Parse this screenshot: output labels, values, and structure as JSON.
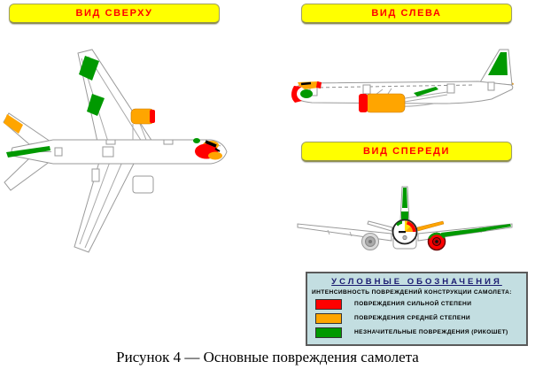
{
  "figure": {
    "caption": "Рисунок 4 — Основные повреждения самолета"
  },
  "views": {
    "top": {
      "label": "ВИД СВЕРХУ"
    },
    "left": {
      "label": "ВИД СЛЕВА"
    },
    "front": {
      "label": "ВИД СПЕРЕДИ"
    }
  },
  "header_style": {
    "background": "#ffff00",
    "text_color": "#ff0000"
  },
  "legend": {
    "title": "УСЛОВНЫЕ ОБОЗНАЧЕНИЯ",
    "subtitle": "ИНТЕНСИВНОСТЬ ПОВРЕЖДЕНИЙ КОНСТРУКЦИИ САМОЛЕТА:",
    "background": "#c3dee1",
    "items": [
      {
        "label": "ПОВРЕЖДЕНИЯ СИЛЬНОЙ СТЕПЕНИ",
        "color": "#ff0000"
      },
      {
        "label": "ПОВРЕЖДЕНИЯ СРЕДНЕЙ СТЕПЕНИ",
        "color": "#ffa500"
      },
      {
        "label": "НЕЗНАЧИТЕЛЬНЫЕ ПОВРЕЖДЕНИЯ (РИКОШЕТ)",
        "color": "#009900"
      }
    ]
  }
}
